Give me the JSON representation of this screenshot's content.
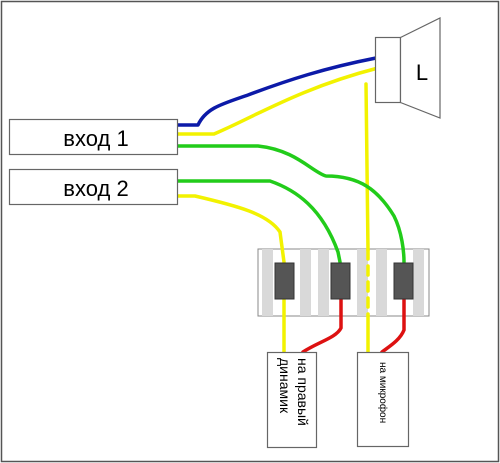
{
  "inputs": {
    "input1_label": "вход 1",
    "input2_label": "вход 2"
  },
  "speaker": {
    "label": "L"
  },
  "outputs": {
    "right_speaker_line1": "на правый",
    "right_speaker_line2": "динамик",
    "microphone_label": "на микрофон"
  },
  "wire_colors": {
    "blue": "#0c1aa8",
    "yellow": "#f2f200",
    "green": "#22cc1a",
    "red": "#dd1111",
    "connector_stripe": "#d9d9d9",
    "connector_pin": "#555555",
    "frame": "#555555"
  }
}
